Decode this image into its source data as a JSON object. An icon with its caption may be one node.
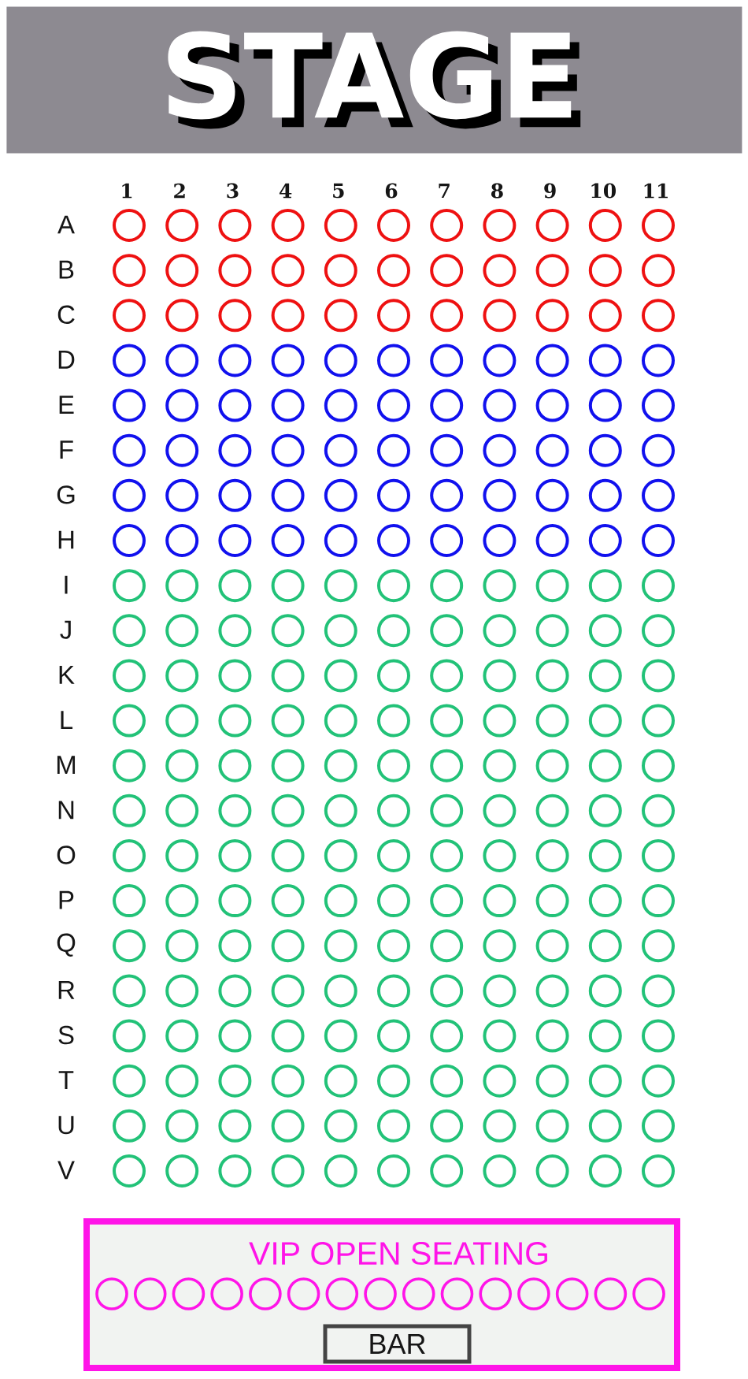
{
  "diagram": {
    "nodes": [
      {
        "text": [
          "STAGE"
        ]
      },
      {
        "text": [
          "VIP OPEN SEATING"
        ]
      },
      {
        "text": [
          "BAR"
        ],
        "in": 1
      }
    ],
    "labels": [
      "1",
      "2",
      "3",
      "4",
      "5",
      "6",
      "7",
      "8",
      "9",
      "10",
      "11",
      "A",
      "B",
      "C",
      "D",
      "E",
      "F",
      "G",
      "H",
      "I",
      "J",
      "K",
      "L",
      "M",
      "N",
      "O",
      "P",
      "Q",
      "R",
      "S",
      "T",
      "U",
      "V"
    ]
  }
}
